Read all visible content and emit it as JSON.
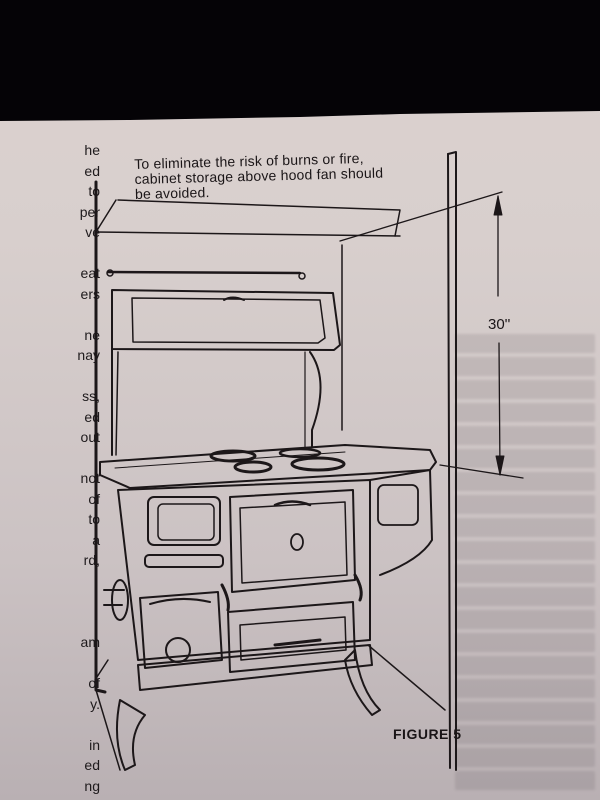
{
  "page": {
    "left_column_fragments": [
      "he",
      "ed",
      "to",
      "per",
      "ve",
      "",
      "eat",
      "ers",
      "",
      "ne",
      "nay",
      "",
      "ss,",
      "ed",
      "out",
      "",
      "not",
      "of",
      "to",
      "a",
      "rd,",
      "",
      "",
      "",
      "am",
      "",
      "of",
      "y.",
      "",
      "in",
      "ed",
      "ng"
    ]
  },
  "figure": {
    "callout_text": "To eliminate the risk of burns or fire, cabinet storage above hood fan should be avoided.",
    "dimension_label": "30''",
    "caption": "FIGURE 5"
  }
}
